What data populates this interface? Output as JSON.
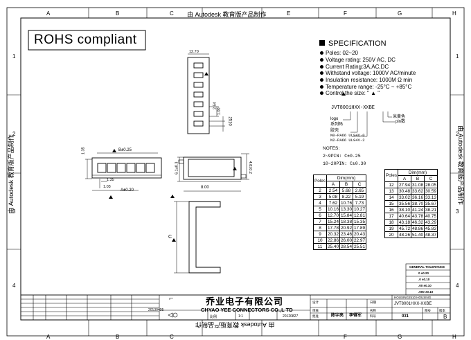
{
  "watermark": {
    "top": "由 Autodesk 教育版产品制作",
    "bottom": "由 Autodesk 教育版产品制作",
    "left": "由 Autodesk 教育版产品制作",
    "right": "由 Autodesk 教育版产品制作"
  },
  "border": {
    "columns": [
      "A",
      "B",
      "C",
      "D",
      "E",
      "F",
      "G",
      "H"
    ],
    "rows": [
      "1",
      "2",
      "3",
      "4"
    ]
  },
  "rohs": "ROHS compliant",
  "spec": {
    "title": "SPECIFICATION",
    "items": [
      "Poles: 02~20",
      "Voltage rating: 250V AC, DC",
      "Current Rating:3A,AC,DC",
      "Withstand voltage: 1000V AC/minute",
      "Insulation resistance: 1000M Ω min",
      "Temperature range: -25°C ~ +85°C",
      "Control the size: \" ▲ \""
    ]
  },
  "part_code": {
    "code": "JVT8001HXX-XXBE",
    "logo": "logo",
    "series": "系列码",
    "material": "胶壳",
    "mat1": "N0-PA66 UL94V-0",
    "mat2": "N2-PA66 UL94V-2",
    "color": "米黄色",
    "pins": "pin数"
  },
  "notes": {
    "title": "NOTES:",
    "n1": "2~9PIN: C±0.25",
    "n2": "10~20PIN: C±0.30"
  },
  "dims": {
    "top_width": "12.70",
    "pitch": "2.54",
    "pin_w": "1.00",
    "b_label": "B±0.25",
    "d135a": "1.35",
    "d135b": "1.35",
    "d103": "1.03",
    "a_label": "A±0.20",
    "h61": "6.1±0.3",
    "d800": "8.00",
    "h48": "4.8±0.2",
    "c_label": "C"
  },
  "dim_table_left": {
    "header": [
      "Poles",
      "Dim(mm)",
      "A",
      "B",
      "C"
    ],
    "rows": [
      [
        "2",
        "2.54",
        "5.68",
        "2.65"
      ],
      [
        "3",
        "5.08",
        "8.22",
        "5.19"
      ],
      [
        "4",
        "7.62",
        "10.76",
        "7.73"
      ],
      [
        "5",
        "10.16",
        "13.30",
        "10.27"
      ],
      [
        "6",
        "12.70",
        "15.84",
        "12.81"
      ],
      [
        "7",
        "15.24",
        "18.38",
        "15.35"
      ],
      [
        "8",
        "17.78",
        "20.92",
        "17.89"
      ],
      [
        "9",
        "20.32",
        "23.46",
        "20.43"
      ],
      [
        "10",
        "22.86",
        "26.00",
        "22.97"
      ],
      [
        "11",
        "25.40",
        "28.54",
        "25.51"
      ]
    ]
  },
  "dim_table_right": {
    "header": [
      "Poles",
      "Dim(mm)",
      "A",
      "B",
      "C"
    ],
    "rows": [
      [
        "12",
        "27.94",
        "31.08",
        "28.05"
      ],
      [
        "13",
        "30.48",
        "33.62",
        "30.59"
      ],
      [
        "14",
        "33.02",
        "36.16",
        "33.13"
      ],
      [
        "15",
        "35.56",
        "38.70",
        "35.67"
      ],
      [
        "16",
        "38.10",
        "41.24",
        "38.21"
      ],
      [
        "17",
        "40.64",
        "43.78",
        "40.75"
      ],
      [
        "18",
        "43.18",
        "46.32",
        "43.29"
      ],
      [
        "19",
        "45.72",
        "48.86",
        "45.83"
      ],
      [
        "20",
        "48.26",
        "51.40",
        "48.37"
      ]
    ]
  },
  "tolerance": {
    "title": "GENERAL TOLERANCE",
    "rows": [
      "0 ±0.20",
      ".0 ±0.10",
      ".00 ±0.10",
      ".000 ±0.10"
    ]
  },
  "title_block": {
    "company_cn": "乔业电子有限公司",
    "company_en": "CHYAO YEE CONNECTORS CO.,L TD",
    "scale_label": "比例",
    "scale": "1:1",
    "date1": "20130405",
    "date2": "20120827",
    "designer": "陈宇亮",
    "checker": "李得军",
    "part_no_top": "HOUSING2510  HOUSING",
    "part_no": "JVT8001HXX-XXBE",
    "sheet": "031",
    "rev": "B",
    "small_labels": [
      "设计",
      "审核",
      "批准",
      "日期",
      "名称",
      "料号",
      "图号",
      "版本"
    ]
  }
}
